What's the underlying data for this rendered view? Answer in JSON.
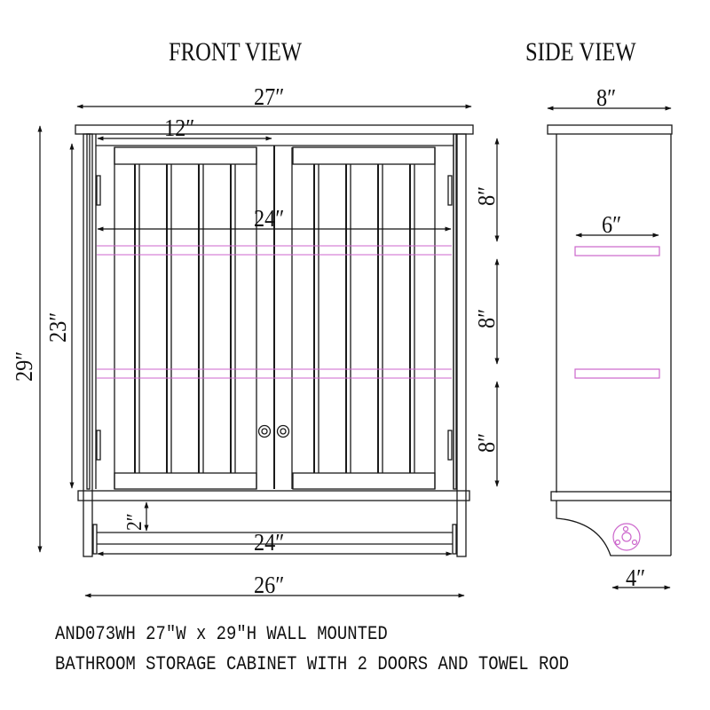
{
  "titles": {
    "front_view": "FRONT VIEW",
    "side_view": "SIDE VIEW"
  },
  "front_dimensions": {
    "overall_width": "27″",
    "door_width": "12″",
    "inner_width": "24″",
    "overall_height": "29″",
    "cabinet_height": "23″",
    "shelf_spacing_top": "8″",
    "shelf_spacing_middle": "8″",
    "shelf_spacing_bottom": "8″",
    "rod_drop": "2″",
    "rod_length": "24″",
    "bottom_width": "26″"
  },
  "side_dimensions": {
    "depth": "8″",
    "shelf_depth": "6″",
    "rod_offset": "4″"
  },
  "caption": {
    "line1": "AND073WH 27″W x 29″H WALL MOUNTED",
    "line2": "BATHROOM STORAGE CABINET WITH 2 DOORS AND TOWEL ROD"
  },
  "colors": {
    "line": "#1a1a1a",
    "shelf_outline": "#cc66cc",
    "background": "#ffffff"
  }
}
